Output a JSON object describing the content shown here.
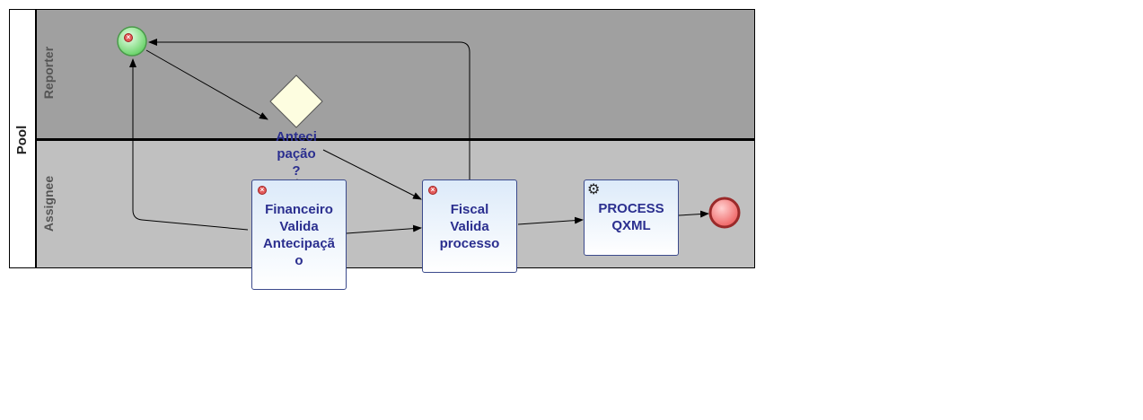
{
  "pool": {
    "label": "Pool"
  },
  "lanes": [
    {
      "label": "Reporter"
    },
    {
      "label": "Assignee"
    }
  ],
  "gateway": {
    "label_lines": [
      "Anteci",
      "pação",
      "?"
    ]
  },
  "tasks": [
    {
      "lines": [
        "Financeiro",
        "Valida",
        "Antecipaçã",
        "o"
      ]
    },
    {
      "lines": [
        "Fiscal",
        "Valida",
        "processo"
      ]
    },
    {
      "lines": [
        "PROCESS",
        "QXML"
      ]
    }
  ],
  "icons": {
    "start_marker": "error-icon",
    "task_error_marker": "error-icon",
    "service_task_marker": "gear-icon"
  },
  "colors": {
    "reporter_lane": "#a0a0a0",
    "assignee_lane": "#c0c0c0",
    "task_text": "#2b2f8f",
    "start_event": "#8fe28f",
    "end_event": "#f08080",
    "gateway_fill": "#fdfde0"
  }
}
